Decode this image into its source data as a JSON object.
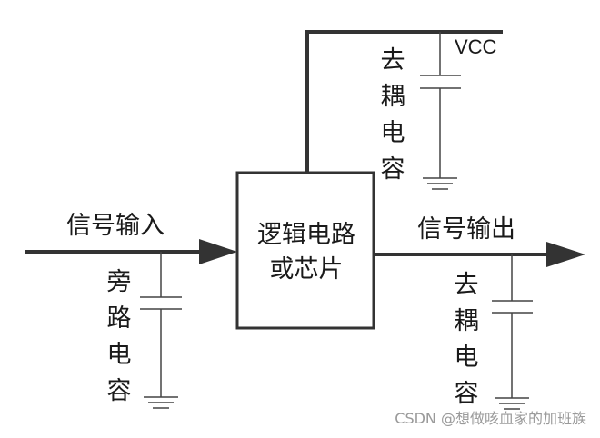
{
  "diagram": {
    "vcc_label": "VCC",
    "chip_label_line1": "逻辑电路",
    "chip_label_line2": "或芯片",
    "input_label": "信号输入",
    "output_label": "信号输出",
    "cap_top_label": [
      "去",
      "耦",
      "电",
      "容"
    ],
    "cap_left_label": [
      "旁",
      "路",
      "电",
      "容"
    ],
    "cap_right_label": [
      "去",
      "耦",
      "电",
      "容"
    ],
    "watermark": "CSDN @想做咳血家的加班族"
  }
}
